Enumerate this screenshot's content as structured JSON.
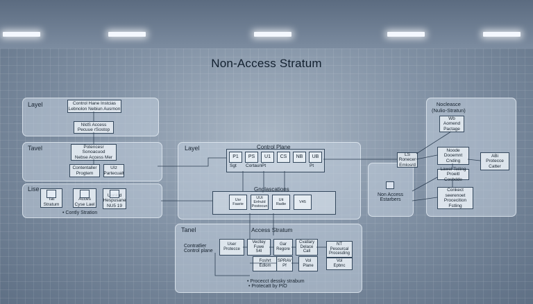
{
  "title": "Non-Access  Stratum",
  "left_panels": {
    "p1": {
      "label": "Layel",
      "b1": "Control Hane Instcias\nLebnolon Nebiun Ausrnon",
      "b2": "NIdS Access\nPecuue  rSostop"
    },
    "p2": {
      "label": "Tavel",
      "b1": "Potencesr\nSonoacuod\nNebse Access Mer",
      "b2": "Contentaller\nProgtem",
      "b3": "UIz\nPartecualt"
    },
    "p3": {
      "label": "Lise",
      "d1": "Tat\nStratum",
      "d2": "Acces\nCyse Lael",
      "d3": "Uonlod\nHespusane\nNU5 19",
      "footer": "• Contly Stration"
    }
  },
  "center_panel": {
    "label": "Layel",
    "cp_title": "Control Plane",
    "cells": [
      [
        "P1",
        "Sgt"
      ],
      [
        "PS",
        "Cortaun"
      ],
      [
        "U1",
        "Pt"
      ],
      [
        "CS",
        ""
      ],
      [
        "NB",
        ""
      ],
      [
        "UB",
        "Pt"
      ]
    ],
    "sub_title": "Gnglascations",
    "sub_cells": [
      "Usr\nFaarie",
      "UUt\nEnhuld\nPostocun",
      "Uit\nRadie",
      "V45"
    ]
  },
  "access_panel": {
    "label": "Tanel",
    "title": "Access Stratum",
    "ctrl_text": "Contratlier\nControl plane",
    "boxes": [
      "User\nProtecce",
      "Vecltey\nFuwe\nS4I",
      "Gar\nRegore",
      "Cvatlary\nDelace\nCall",
      "NT\nPesourcal\nProcesding",
      "Foshrt\nEdlom",
      "SPRAV\nPf",
      "Vol\nPlane",
      "Vol\nEpbnc"
    ],
    "footer1": "• Procecct dessky strabum",
    "footer2": "• Protecatt by  PIO"
  },
  "right_panel": {
    "title": "Nocleasce\n(Nulio-Stratun)",
    "b1": "Wb\nAomend\nPactage",
    "b2": "Noode\nDooemnt\nCnding",
    "b3": "Lawel Teiling\nProeitl Cosbdde",
    "b4": "Conkect\nseerenoet\nProcecition\nFstling",
    "b5": "ABi\nProtecce\nCatter",
    "ls_box": "LS\nRonecer\nEmlosrd",
    "nas_text": "Non Access\nEstarbers"
  }
}
